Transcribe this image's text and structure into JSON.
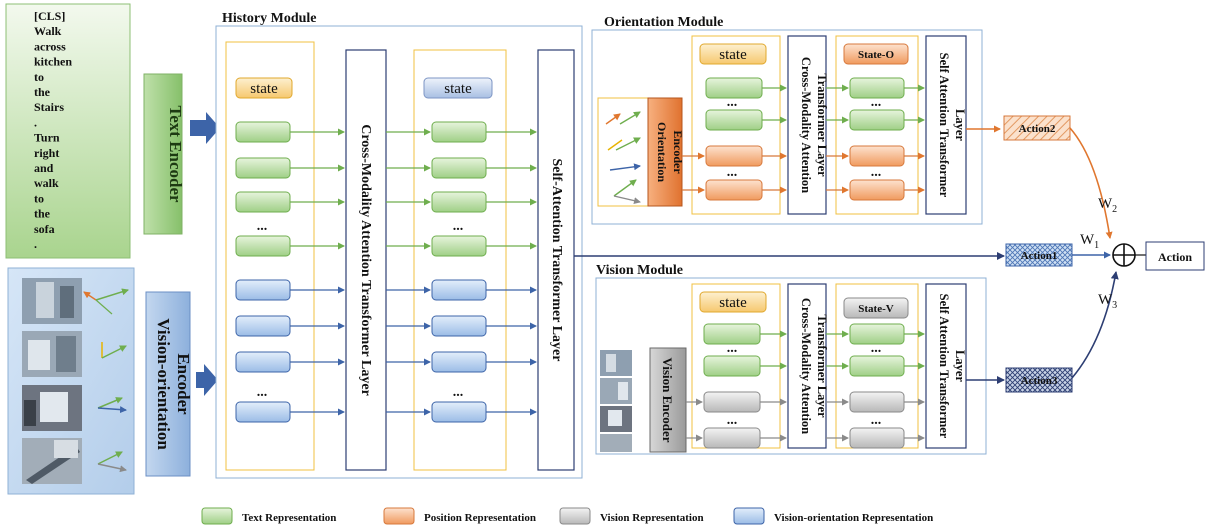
{
  "input_text": {
    "lines": [
      "[CLS]",
      "Walk",
      "across",
      "kitchen",
      "to",
      "the",
      "Stairs",
      ".",
      "Turn",
      "right",
      "and",
      "walk",
      "to",
      "the",
      "sofa",
      "."
    ]
  },
  "encoders": {
    "text": "Text Encoder",
    "vision_orientation": [
      "Vision-orientation",
      "Encoder"
    ],
    "orientation": [
      "Orientation",
      "Encoder"
    ],
    "vision": "Vision Encoder"
  },
  "modules": {
    "history": "History Module",
    "orientation": "Orientation Module",
    "vision": "Vision Module"
  },
  "state_labels": {
    "history_1": "state",
    "history_2": "state",
    "orientation": "state",
    "orientation_out": "State-O",
    "vision": "state",
    "vision_out": "State-V"
  },
  "layers": {
    "cross_history": "Cross-Modality Attention Transformer Layer",
    "self_history": "Self-Attention Transformer Layer",
    "cross_orientation": [
      "Cross-Modality Attention",
      "Transformer Layer"
    ],
    "self_orientation": [
      "Self Attention Transformer",
      "Layer"
    ],
    "cross_vision": [
      "Cross-Modality Attention",
      "Transformer Layer"
    ],
    "self_vision": [
      "Self Attention Transformer",
      "Layer"
    ]
  },
  "ellipsis": "...",
  "actions": {
    "action1": "Action1",
    "action2": "Action2",
    "action3": "Action3",
    "final": "Action"
  },
  "weights": {
    "w1": {
      "base": "W",
      "sub": "1"
    },
    "w2": {
      "base": "W",
      "sub": "2"
    },
    "w3": {
      "base": "W",
      "sub": "3"
    }
  },
  "combine_symbol": "⊕",
  "legend": [
    {
      "label": "Text Representation",
      "fill": "#b6dca2"
    },
    {
      "label": "Position Representation",
      "fill": "#f5b98f"
    },
    {
      "label": "Vision Representation",
      "fill": "#cfcfcf"
    },
    {
      "label": "Vision-orientation Representation",
      "fill": "#b4cdec"
    }
  ],
  "colors": {
    "text_green": "#b6dca2",
    "position_orange": "#f5b98f",
    "vision_gray": "#cfcfcf",
    "vo_blue": "#b4cdec",
    "arrow_green": "#6fae4e",
    "arrow_blue": "#3d64a8",
    "arrow_orange": "#e0772f",
    "module_border": "#8fb1d6",
    "inner_border": "#f0c040",
    "layer_border": "#2d3e73"
  }
}
